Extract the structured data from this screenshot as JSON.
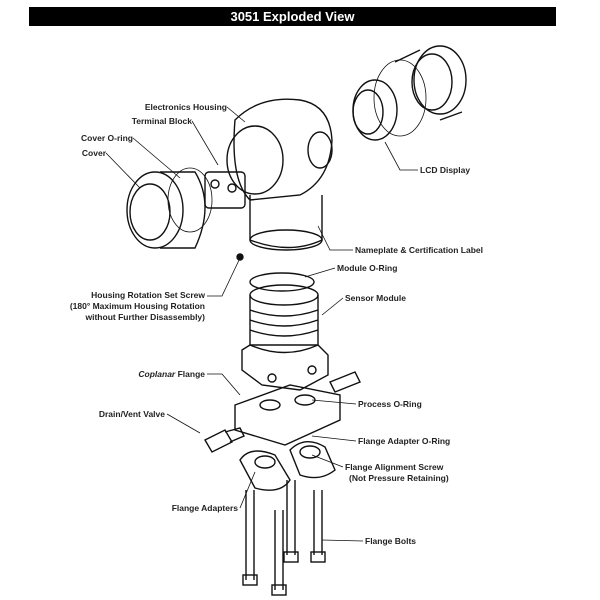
{
  "title": "3051 Exploded View",
  "labels": {
    "electronics_housing": "Electronics Housing",
    "terminal_block": "Terminal Block",
    "cover_oring": "Cover O-ring",
    "cover": "Cover",
    "lcd_display": "LCD Display",
    "nameplate": "Nameplate & Certification Label",
    "module_oring": "Module O-Ring",
    "set_screw_1": "Housing Rotation Set Screw",
    "set_screw_2": "(180° Maximum Housing Rotation",
    "set_screw_3": "without Further Disassembly)",
    "sensor_module": "Sensor Module",
    "coplanar_italic": "Coplanar",
    "coplanar_rest": " Flange",
    "process_oring": "Process O-Ring",
    "drain_vent": "Drain/Vent Valve",
    "flange_adapter_oring": "Flange Adapter O-Ring",
    "alignment_screw_1": "Flange Alignment Screw",
    "alignment_screw_2": "(Not Pressure Retaining)",
    "flange_adapters": "Flange Adapters",
    "flange_bolts": "Flange Bolts"
  }
}
